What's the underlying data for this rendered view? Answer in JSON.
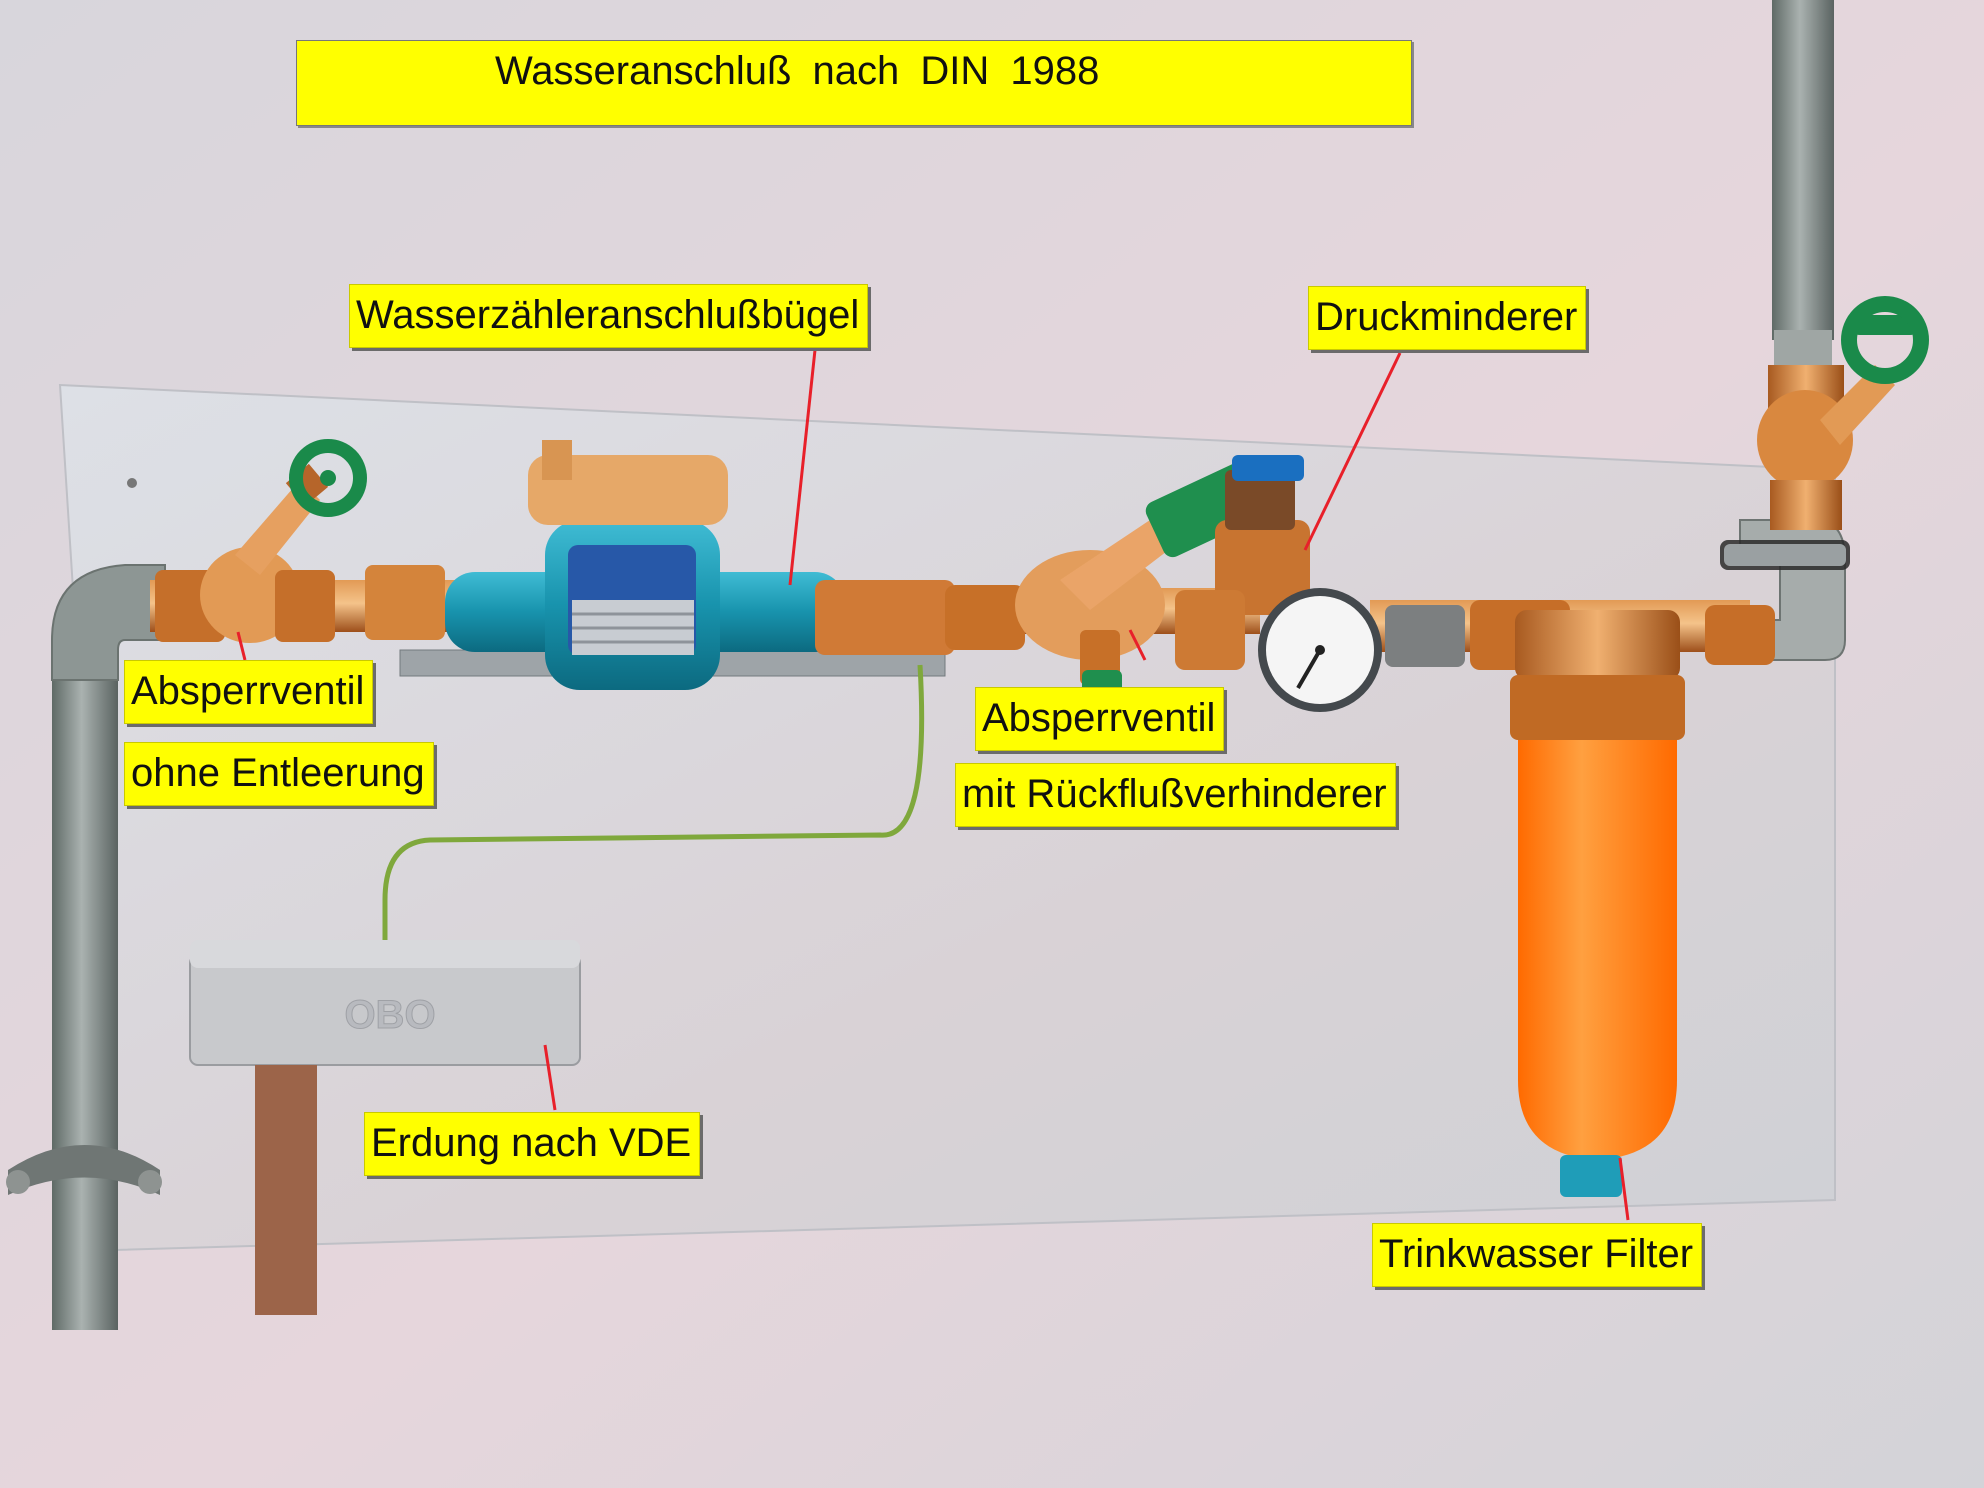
{
  "title": "Wasseranschluß  nach  DIN  1988",
  "labels": {
    "meter_bracket": "Wasserzähleranschlußbügel",
    "pressure_reducer": "Druckminderer",
    "valve_left_line1": "Absperrventil",
    "valve_left_line2": "ohne Entleerung",
    "valve_mid_line1": "Absperrventil",
    "valve_mid_line2": "mit Rückflußverhinderer",
    "grounding": "Erdung nach VDE",
    "filter": "Trinkwasser Filter"
  },
  "device_marks": {
    "ground_box_brand": "OBO"
  },
  "colors": {
    "label_bg": "#ffff00",
    "leader_line": "#e8202a",
    "copper": "#c8742e",
    "meter_body": "#1f9db8",
    "valve_handle": "#1a8a4a",
    "filter_bowl": "#ff7d10",
    "board": "#d6d8de",
    "wall": "#e3dbe0",
    "galvanized_pipe": "#8c9294"
  }
}
